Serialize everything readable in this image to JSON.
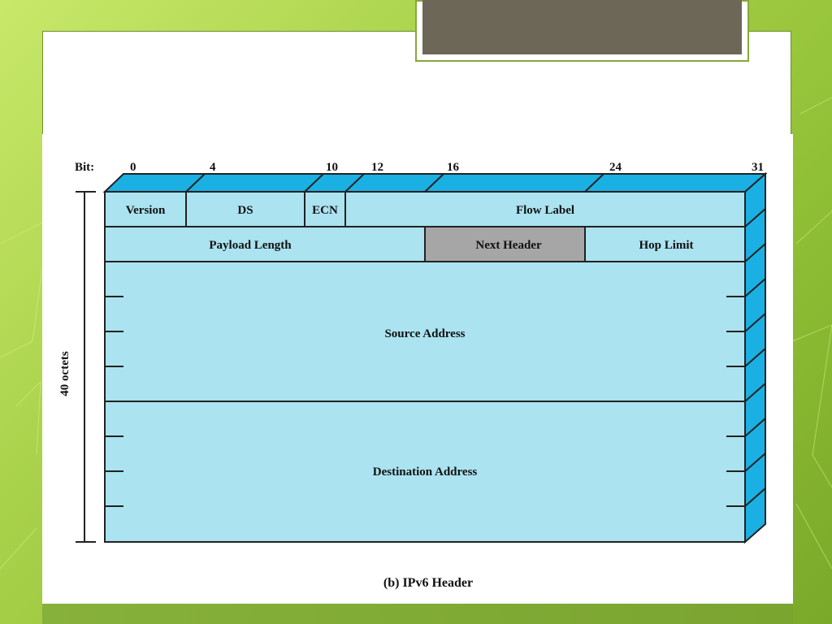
{
  "figure": {
    "bit_label": "Bit:",
    "bit_positions": [
      "0",
      "4",
      "10",
      "12",
      "16",
      "24",
      "31"
    ],
    "row1": {
      "version": "Version",
      "ds": "DS",
      "ecn": "ECN",
      "flow_label": "Flow Label"
    },
    "row2": {
      "payload_length": "Payload Length",
      "next_header": "Next Header",
      "hop_limit": "Hop Limit"
    },
    "source_address": "Source Address",
    "destination_address": "Destination Address",
    "size_label": "40 octets",
    "caption": "(b) IPv6 Header"
  },
  "colors": {
    "field_fill": "#abe3f0",
    "side_fill": "#1bb0e3",
    "highlight_fill": "#a6a6a6",
    "title_tab_fill": "#6d6757"
  }
}
